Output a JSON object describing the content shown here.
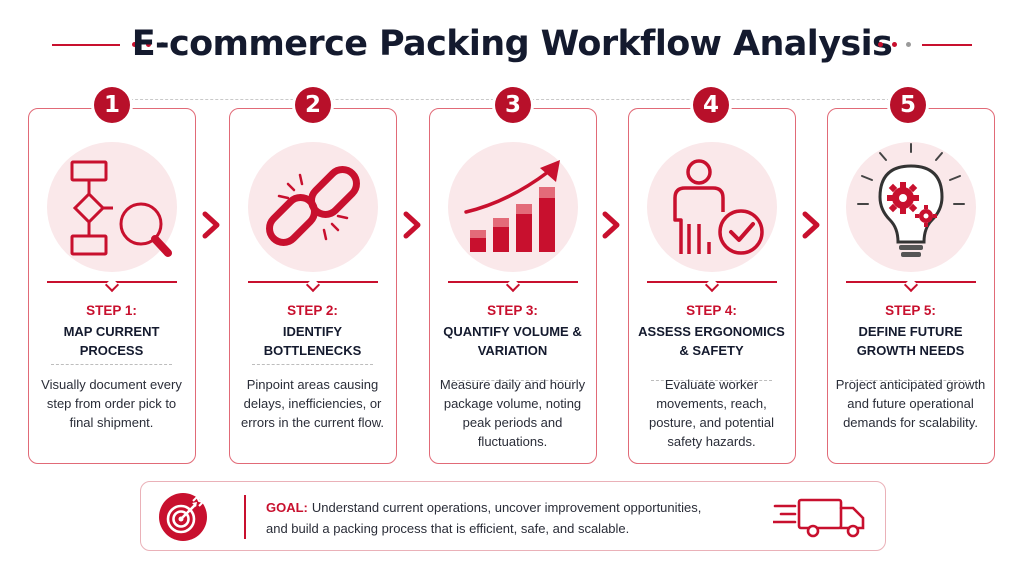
{
  "title": "E-commerce Packing Workflow Analysis",
  "colors": {
    "accent": "#c8102e",
    "badge": "#b8102a",
    "card_border": "#e16a77",
    "icon_bg": "#fae8ea",
    "title": "#141a2e"
  },
  "steps": [
    {
      "number": "1",
      "step_label": "STEP 1:",
      "title": "MAP CURRENT PROCESS",
      "description": "Visually document every step from order pick to final shipment.",
      "icon": "flowchart-magnifier-icon"
    },
    {
      "number": "2",
      "step_label": "STEP 2:",
      "title": "IDENTIFY BOTTLENECKS",
      "description": "Pinpoint areas causing delays, inefficiencies, or errors in the current flow.",
      "icon": "broken-chain-icon"
    },
    {
      "number": "3",
      "step_label": "STEP 3:",
      "title": "QUANTIFY VOLUME & VARIATION",
      "description": "Measure daily and hourly package volume, noting peak periods and fluctuations.",
      "icon": "growth-bar-chart-icon"
    },
    {
      "number": "4",
      "step_label": "STEP 4:",
      "title": "ASSESS ERGONOMICS & SAFETY",
      "description": "Evaluate worker movements, reach, posture, and potential safety hazards.",
      "icon": "worker-check-icon"
    },
    {
      "number": "5",
      "step_label": "STEP 5:",
      "title": "DEFINE FUTURE GROWTH NEEDS",
      "description": "Project anticipated growth and future operational demands for scalability.",
      "icon": "lightbulb-gears-icon"
    }
  ],
  "goal": {
    "label": "GOAL:",
    "line1": "Understand current operations, uncover improvement opportunities,",
    "line2": "and build a packing process that is efficient, safe, and scalable.",
    "icon": "target-arrow-icon",
    "side_icon": "delivery-truck-icon"
  }
}
